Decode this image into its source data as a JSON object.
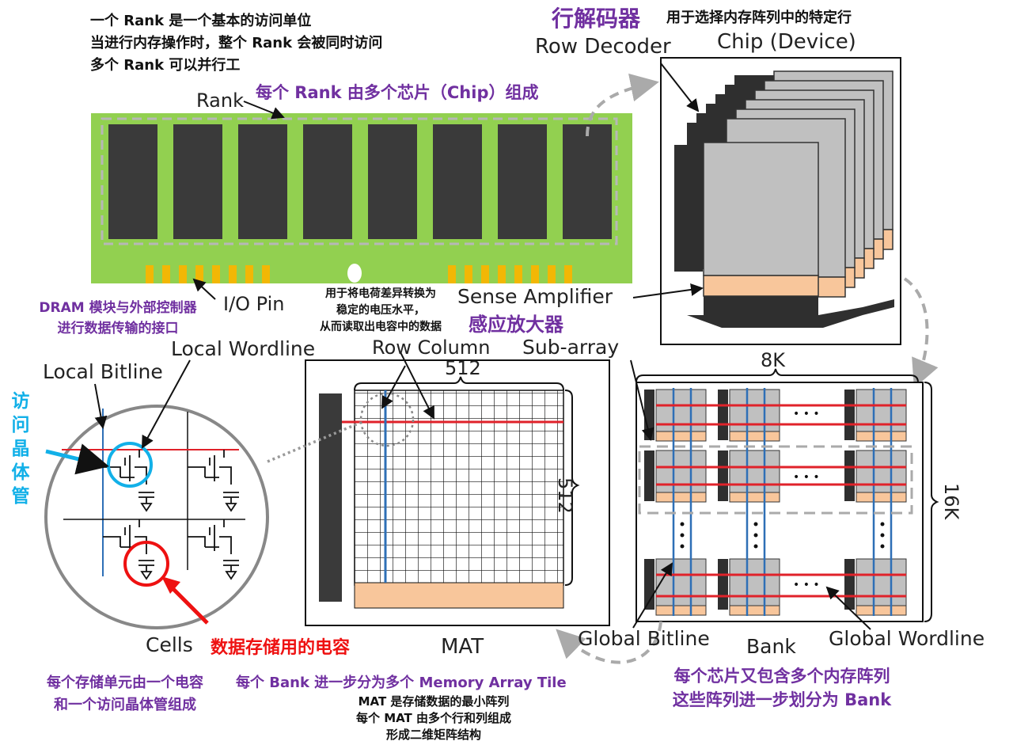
{
  "rank_notes": {
    "line1": "一个 Rank 是一个基本的访问单位",
    "line2": "当进行内存操作时，整个 Rank 会被同时访问",
    "line3": "多个 Rank 可以并行工"
  },
  "rank": {
    "label": "Rank",
    "note": "每个 Rank 由多个芯片（Chip）组成"
  },
  "io": {
    "label": "I/O Pin",
    "note_line1": "DRAM 模块与外部控制器",
    "note_line2": "进行数据传输的接口"
  },
  "chip": {
    "title": "Chip (Device)",
    "row_decoder": "Row Decoder",
    "row_decoder_cn": "行解码器",
    "row_decoder_note": "用于选择内存阵列中的特定行",
    "sense_amp": "Sense Amplifier",
    "sense_amp_cn": "感应放大器",
    "sense_note1": "用于将电荷差异转换为",
    "sense_note2": "稳定的电压水平，",
    "sense_note3": "从而读取出电容中的数据"
  },
  "cell": {
    "local_wordline": "Local Wordline",
    "local_bitline": "Local Bitline",
    "transistor_cn": [
      "访",
      "问",
      "晶",
      "体",
      "管"
    ],
    "cells": "Cells",
    "capacitor_cn": "数据存储用的电容",
    "note1": "每个存储单元由一个电容",
    "note2": "和一个访问晶体管组成"
  },
  "mat": {
    "row_column": "Row Column",
    "top_count": "512",
    "side_count": "512",
    "label": "MAT",
    "bank_note": "每个 Bank 进一步分为多个 Memory Array Tile",
    "note1": "MAT 是存储数据的最小阵列",
    "note2": "每个 MAT 由多个行和列组成",
    "note3": "形成二维矩阵结构"
  },
  "bank": {
    "subarray": "Sub-array",
    "width": "8K",
    "height": "16K",
    "global_bitline": "Global Bitline",
    "label": "Bank",
    "global_wordline": "Global Wordline",
    "ellipsis": "• • •",
    "note1": "每个芯片又包含多个内存阵列",
    "note2": "这些阵列进一步划分为 Bank"
  },
  "colors": {
    "pcb_green": "#92d050",
    "chip_dark": "#3a3a3a",
    "sense_orange": "#f8c69b",
    "wordline_red": "#e0222a",
    "bitline_blue": "#2e6fb6",
    "annot_purple": "#7030a0",
    "annot_cyan": "#12b0e8",
    "annot_red": "#ee1111"
  }
}
